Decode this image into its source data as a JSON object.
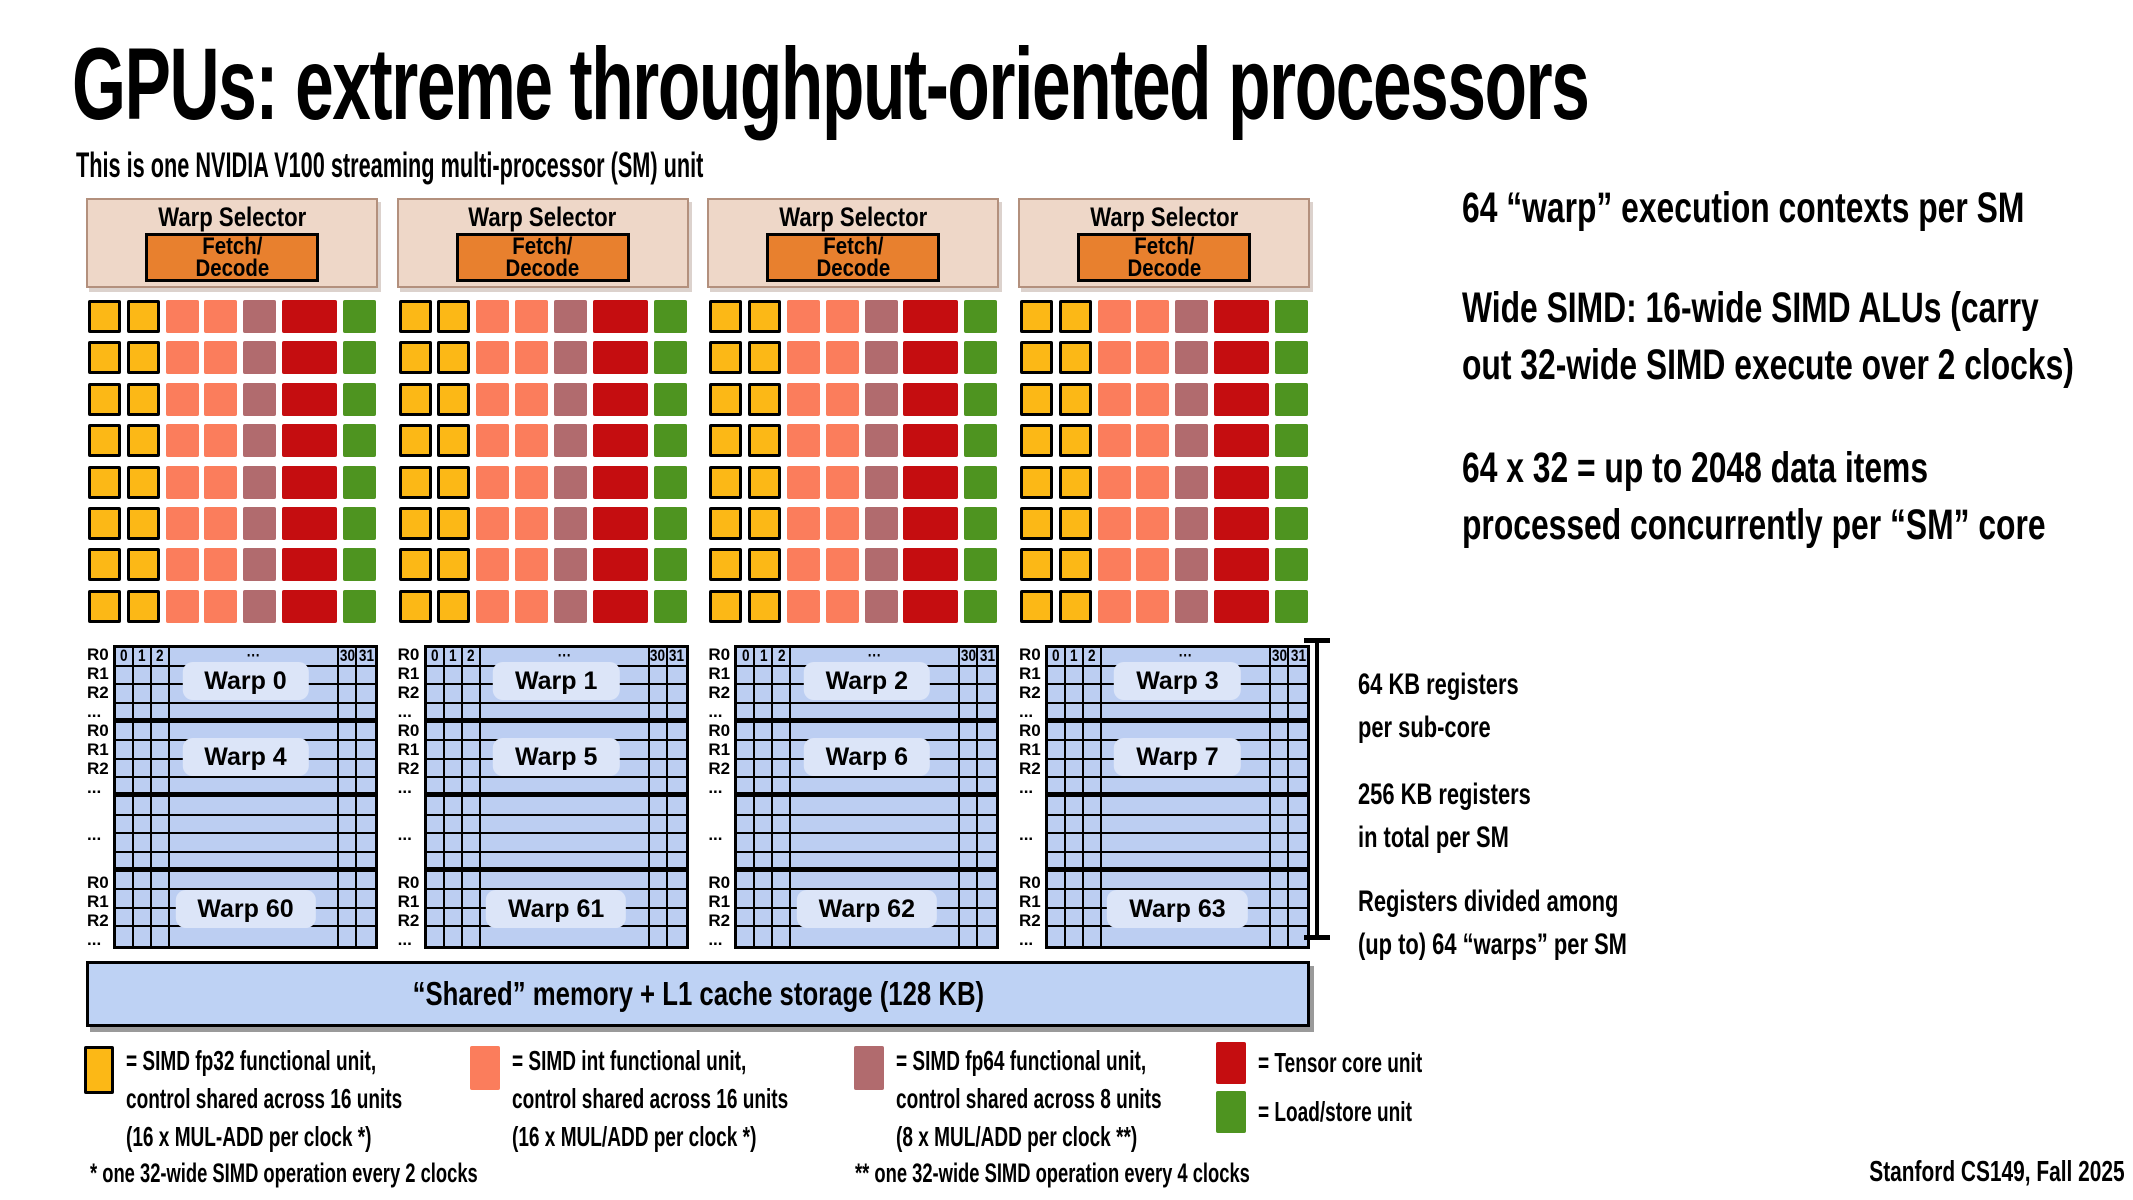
{
  "title": "GPUs: extreme throughput-oriented processors",
  "subtitle": "This is one NVIDIA V100 streaming multi-processor (SM) unit",
  "labels": {
    "warp_selector": "Warp Selector",
    "fetch_decode_lines": [
      "Fetch/",
      "Decode"
    ]
  },
  "sub_cores": [
    {
      "warps": [
        "Warp 0",
        "Warp 4",
        "Warp 60"
      ]
    },
    {
      "warps": [
        "Warp 1",
        "Warp 5",
        "Warp 61"
      ]
    },
    {
      "warps": [
        "Warp 2",
        "Warp 6",
        "Warp 62"
      ]
    },
    {
      "warps": [
        "Warp 3",
        "Warp 7",
        "Warp 63"
      ]
    }
  ],
  "exec_grid": {
    "rows": 8,
    "pattern": [
      "fp32",
      "fp32",
      "int",
      "int",
      "fp64",
      "tensor",
      "ldst"
    ]
  },
  "register_table": {
    "col_headers": [
      "0",
      "1",
      "2",
      "···",
      "30",
      "31"
    ],
    "row_labels": [
      "R0",
      "R1",
      "R2",
      "..."
    ],
    "mid_label": "..."
  },
  "shared_memory": "“Shared” memory + L1 cache storage (128 KB)",
  "right_notes": [
    {
      "lines": [
        "64 “warp” execution contexts per SM"
      ]
    },
    {
      "lines": [
        "Wide SIMD: 16-wide SIMD ALUs (carry",
        "out 32-wide SIMD execute over 2 clocks)"
      ]
    },
    {
      "lines": [
        "64 x 32 = up to 2048 data items",
        "processed concurrently per “SM” core"
      ]
    }
  ],
  "register_notes": [
    {
      "lines": [
        "64 KB registers",
        "per sub-core"
      ]
    },
    {
      "lines": [
        "256 KB registers",
        "in total per SM"
      ]
    },
    {
      "lines": [
        "Registers divided among",
        "(up to) 64 “warps” per SM"
      ]
    }
  ],
  "legend": [
    {
      "type": "fp32",
      "lines": [
        "= SIMD fp32 functional unit,",
        "control shared across 16 units",
        "(16 x MUL-ADD per clock *)"
      ]
    },
    {
      "type": "int",
      "lines": [
        "= SIMD int functional unit,",
        "control shared across 16 units",
        "(16 x MUL/ADD per clock *)"
      ]
    },
    {
      "type": "fp64",
      "lines": [
        "= SIMD fp64 functional unit,",
        "control shared across 8 units",
        "(8 x MUL/ADD per clock **)"
      ]
    },
    {
      "type": "tensor",
      "lines": [
        "= Tensor core unit"
      ]
    },
    {
      "type": "ldst",
      "lines": [
        "= Load/store unit"
      ]
    }
  ],
  "footnotes": [
    "* one 32-wide SIMD operation every 2 clocks",
    "** one 32-wide SIMD operation every 4 clocks"
  ],
  "attribution": "Stanford CS149, Fall 2025",
  "colors": {
    "fp32": "#FCB816",
    "int": "#FB7D5C",
    "fp64": "#B16B6E",
    "tensor": "#C50D10",
    "ldst": "#4E9420",
    "selector_bg": "#EED7C8",
    "selector_border": "#B3907D",
    "fetch_bg": "#E8802E",
    "table_bg": "#BCCEF2",
    "pill_bg": "#DCE5F8",
    "shared_bg": "#BED2F4"
  }
}
